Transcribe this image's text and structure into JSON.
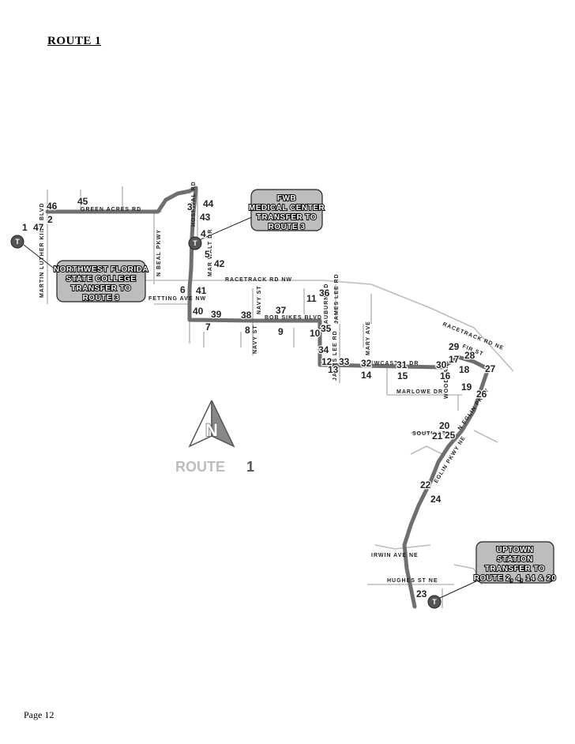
{
  "page": {
    "title": "ROUTE 1",
    "footer": "Page 12"
  },
  "map": {
    "route_name": "ROUTE",
    "route_number": "1",
    "north_glyph": "N",
    "transit_glyph": "T",
    "streets": {
      "green_acres": "GREEN ACRES RD",
      "mlk": "MARTIN LUTHER KING BLVD",
      "hospital": "HOSPITAL RD",
      "n_beal": "N BEAL PKWY",
      "mar_walt": "MAR WALT DR",
      "racetrack": "RACETRACK RD NW",
      "fetting": "FETTING AVE NW",
      "navy_upper": "NAVY ST",
      "navy_lower": "NAVY ST",
      "bob_sikes": "BOB SIKES BLVD",
      "auburn": "AUBURN RD",
      "james_lee_upper": "JAMES LEE RD",
      "james_lee_lower": "JAMES LEE RD",
      "mary": "MARY AVE",
      "newcastle": "NEWCASTLE DR",
      "racetrack_ne": "RACETRACK RD NE",
      "fir": "FIR ST",
      "marlowe": "MARLOWE DR",
      "woodham": "WOODHAM",
      "n_eglin": "N EGLIN PKWY",
      "south": "SOUTH ST",
      "eglin_ne": "EGLIN PKWY NE",
      "irwin": "IRWIN AVE NE",
      "hughes": "HUGHES ST NE"
    },
    "callouts": {
      "fwb": [
        "FWB",
        "MEDICAL CENTER",
        "TRANSFER TO",
        "ROUTE 3"
      ],
      "nwfsc": [
        "NORTHWEST FLORIDA",
        "STATE COLLEGE",
        "TRANSFER TO",
        "ROUTE 3"
      ],
      "uptown": [
        "UPTOWN",
        "STATION",
        "TRANSFER TO",
        "ROUTE 2, 4, 14 & 20"
      ]
    },
    "stops": [
      "1",
      "2",
      "3",
      "4",
      "5",
      "6",
      "7",
      "8",
      "9",
      "10",
      "11",
      "12",
      "13",
      "14",
      "15",
      "16",
      "17",
      "18",
      "19",
      "20",
      "21",
      "22",
      "23",
      "24",
      "25",
      "26",
      "27",
      "28",
      "29",
      "30",
      "31",
      "32",
      "33",
      "34",
      "35",
      "36",
      "37",
      "38",
      "39",
      "40",
      "41",
      "42",
      "43",
      "44",
      "45",
      "46",
      "47"
    ],
    "colors": {
      "route": "#6f6f6f",
      "street": "#bdbdbd",
      "callout_fill": "#bdbdbd"
    }
  }
}
